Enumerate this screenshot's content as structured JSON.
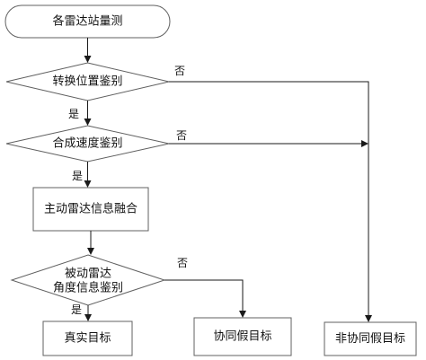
{
  "nodes": {
    "start": "各雷达站量测",
    "decision_position": "转换位置鉴别",
    "decision_velocity": "合成速度鉴别",
    "fusion": "主动雷达信息融合",
    "decision_angle_line1": "被动雷达",
    "decision_angle_line2": "角度信息鉴别",
    "result_true": "真实目标",
    "result_coop_false": "协同假目标",
    "result_noncoop_false": "非协同假目标"
  },
  "edge_labels": {
    "no_position": "否",
    "yes_position": "是",
    "no_velocity": "否",
    "yes_velocity": "是",
    "no_angle": "否",
    "yes_angle": "是"
  }
}
